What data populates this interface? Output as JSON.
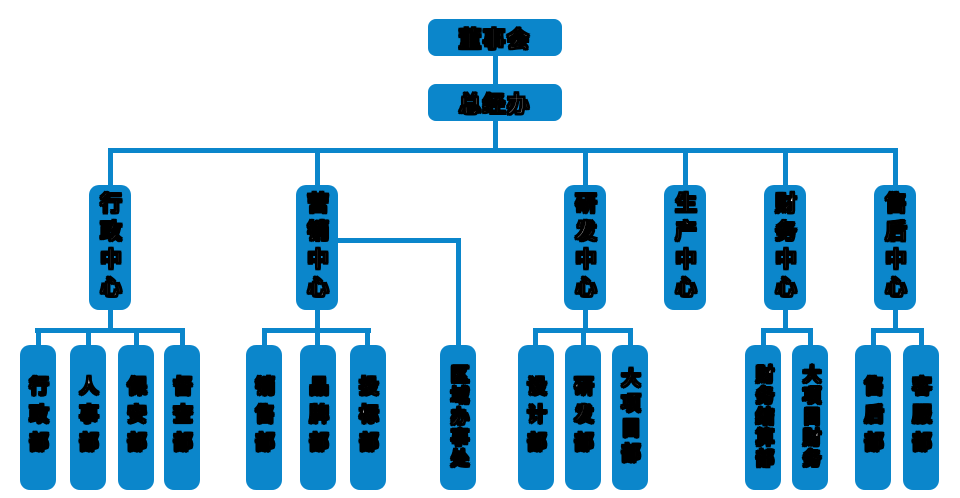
{
  "org_chart": {
    "type": "org-tree-diagram",
    "root": "董事会",
    "executive_office": "总经办",
    "centers": [
      "行政中心",
      "营销中心",
      "研发中心",
      "生产中心",
      "财务中心",
      "售后中心"
    ],
    "admin_departments": [
      "行政部",
      "人事部",
      "保安部",
      "督查部"
    ],
    "marketing_departments": [
      "销售部",
      "品牌部",
      "投标部"
    ],
    "marketing_branch": "区域办事处",
    "rd_departments": [
      "设计部",
      "研发部",
      "大项目部"
    ],
    "finance_departments": [
      "财务结算部",
      "大项目财务"
    ],
    "aftersales_departments": [
      "售后部",
      "客服部"
    ],
    "colors": {
      "node": "#0b86cb",
      "line": "#0b86cb",
      "text": "#ffffff",
      "outline": "#000000",
      "background": "#ffffff"
    }
  }
}
